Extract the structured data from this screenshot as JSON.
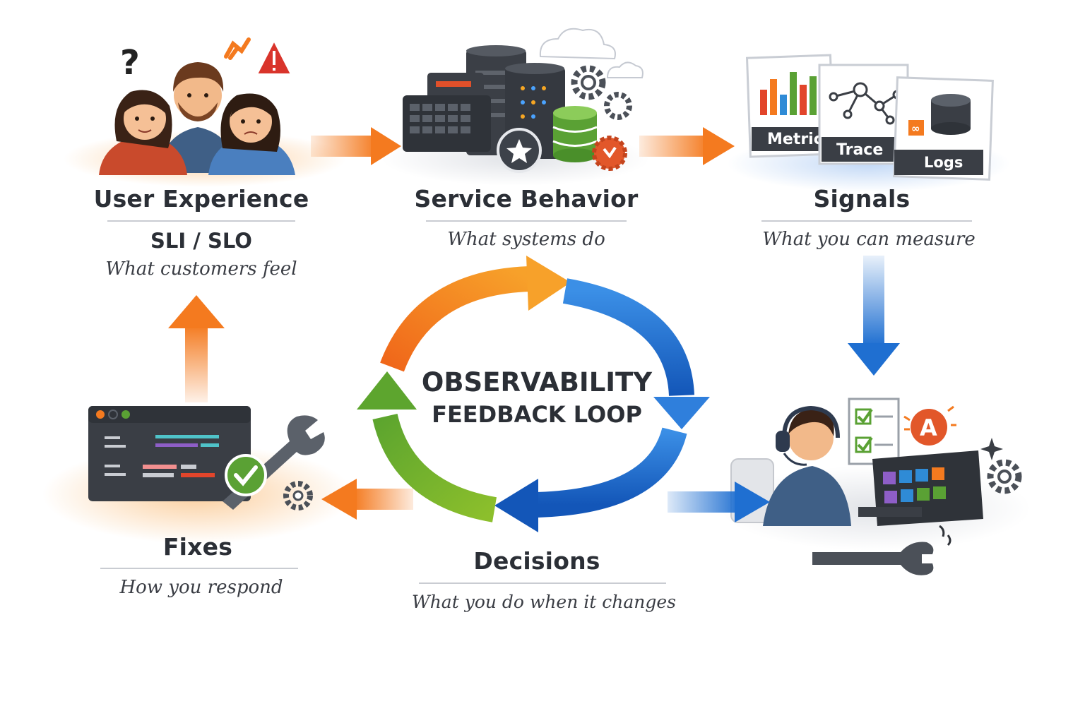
{
  "center": {
    "line1": "OBSERVABILITY",
    "line2": "FEEDBACK LOOP"
  },
  "stages": {
    "user_experience": {
      "title": "User Experience",
      "metric": "SLI / SLO",
      "subtitle": "What customers feel"
    },
    "service_behavior": {
      "title": "Service Behavior",
      "subtitle": "What systems do"
    },
    "signals": {
      "title": "Signals",
      "subtitle": "What you can measure"
    },
    "decisions": {
      "title": "Decisions",
      "subtitle": "What you do when it changes"
    },
    "fixes": {
      "title": "Fixes",
      "subtitle": "How you respond"
    }
  },
  "signal_cards": {
    "metrics": "Metrics",
    "trace": "Trace",
    "logs": "Logs"
  },
  "icons": {
    "confused": "question-mark-icon",
    "alert": "warning-icon",
    "star": "star-icon",
    "check": "check-icon"
  },
  "colors": {
    "orange": "#f47a1f",
    "blue": "#1f6fd1",
    "green": "#4f9a2a",
    "text": "#2b2f36"
  }
}
